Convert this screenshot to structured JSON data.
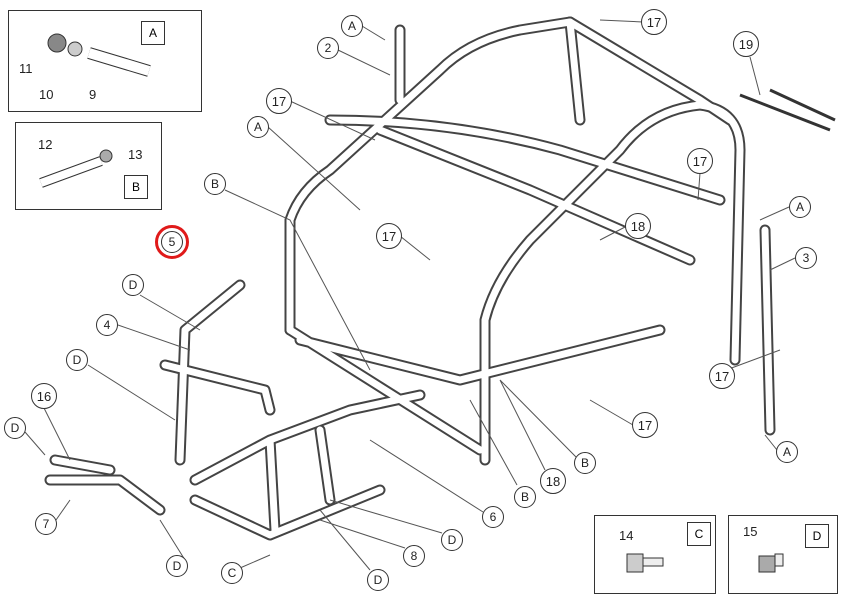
{
  "detail_boxes": [
    {
      "tag": "A",
      "parts": [
        "11",
        "10",
        "9"
      ]
    },
    {
      "tag": "B",
      "parts": [
        "12",
        "13"
      ]
    },
    {
      "tag": "C",
      "parts": [
        "14"
      ]
    },
    {
      "tag": "D",
      "parts": [
        "15"
      ]
    }
  ],
  "highlighted_callout": {
    "label": "5",
    "highlight_color": "#e01a1a"
  },
  "callouts": [
    "A",
    "2",
    "17",
    "19",
    "17",
    "A",
    "B",
    "17",
    "18",
    "17",
    "A",
    "3",
    "D",
    "4",
    "D",
    "16",
    "D",
    "7",
    "17",
    "17",
    "18",
    "B",
    "B",
    "6",
    "D",
    "8",
    "D",
    "C",
    "D",
    "A"
  ]
}
